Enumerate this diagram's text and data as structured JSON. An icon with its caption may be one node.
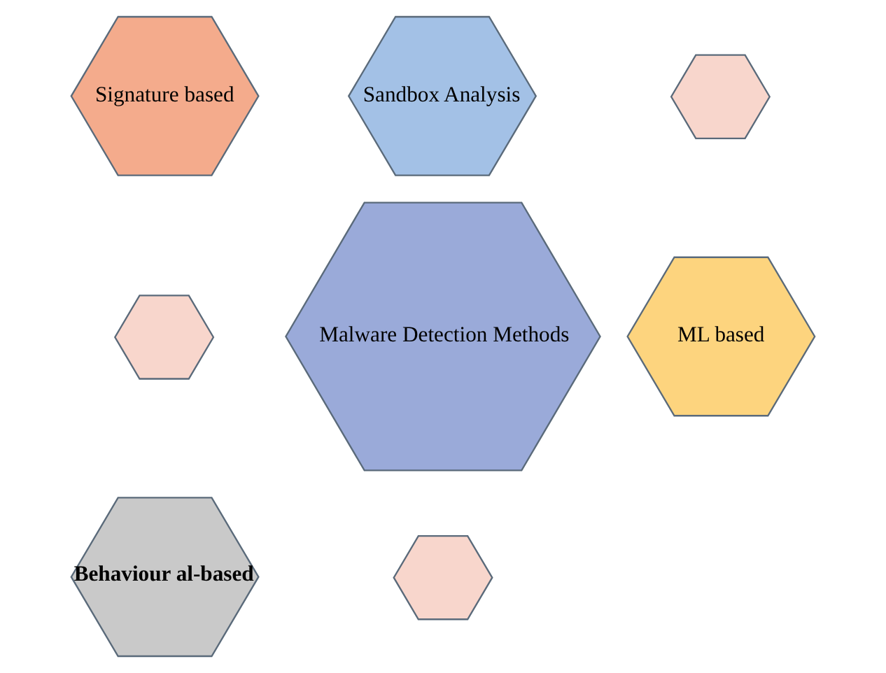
{
  "diagram": {
    "nodes": [
      {
        "text": [
          "Signature based"
        ]
      },
      {
        "text": [],
        "shape": "hexagon"
      },
      {
        "text": [
          "Behaviour al-based"
        ]
      },
      {
        "text": [
          "Malware Detection Methods"
        ]
      },
      {
        "text": [],
        "shape": "hexagon"
      },
      {
        "text": [
          "Sandbox Analysis"
        ]
      },
      {
        "text": [],
        "shape": "hexagon"
      },
      {
        "text": [
          "ML based"
        ]
      }
    ]
  }
}
